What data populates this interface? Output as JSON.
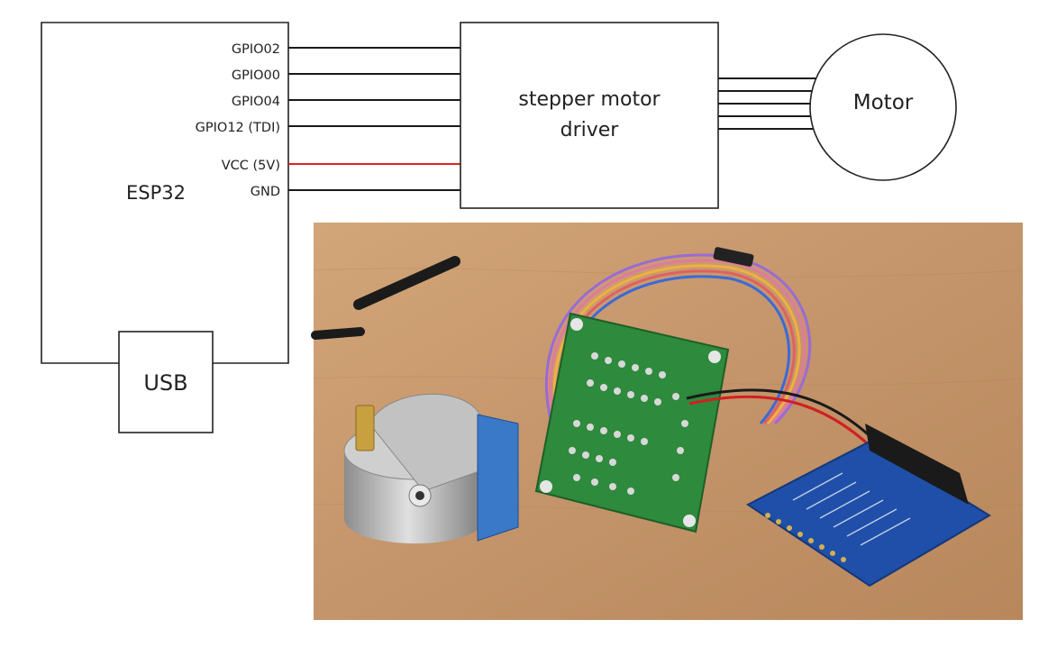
{
  "esp32": {
    "label": "ESP32",
    "usb_label": "USB",
    "pins": [
      "GPIO02",
      "GPIO00",
      "GPIO04",
      "GPIO12 (TDI)",
      "VCC (5V)",
      "GND"
    ]
  },
  "driver": {
    "line1": "stepper motor",
    "line2": "driver"
  },
  "motor": {
    "label": "Motor"
  },
  "colors": {
    "wire": "#1a1a1a",
    "power_wire": "#e02020",
    "board_blue": "#1f4fa8",
    "pcb_green": "#2e8a3c",
    "table_wood": "#c89a6a",
    "motor_cap": "#3a78c8"
  }
}
